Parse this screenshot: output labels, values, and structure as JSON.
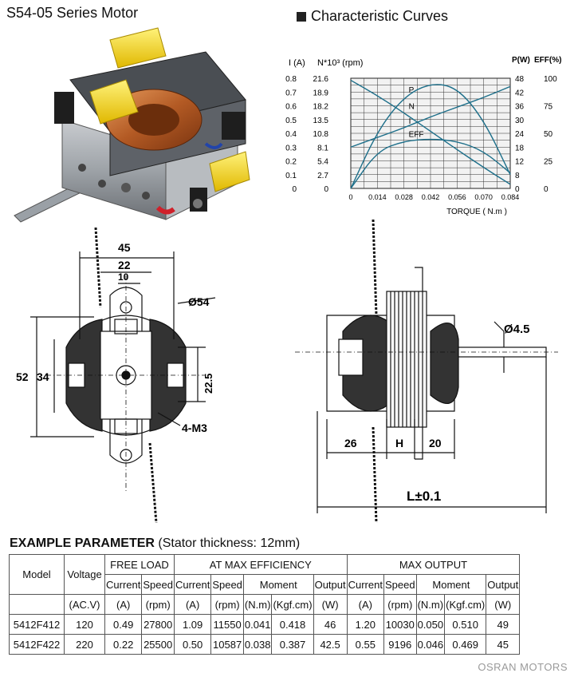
{
  "title": "S54-05 Series Motor",
  "curves_title": "Characteristic Curves",
  "chart_data": {
    "type": "line",
    "xlabel": "TORQUE ( N.m )",
    "x_ticks": [
      "0",
      "0.014",
      "0.028",
      "0.042",
      "0.056",
      "0.070",
      "0.084"
    ],
    "xlim": [
      0,
      0.084
    ],
    "axis_I": {
      "label": "I (A)",
      "ticks": [
        "0.8",
        "0.7",
        "0.6",
        "0.5",
        "0.4",
        "0.3",
        "0.2",
        "0.1",
        "0"
      ],
      "ylim": [
        0,
        0.8
      ]
    },
    "axis_N": {
      "label": "N*10³ (rpm)",
      "ticks": [
        "21.6",
        "18.9",
        "18.2",
        "13.5",
        "10.8",
        "8.1",
        "5.4",
        "2.7",
        "0"
      ],
      "ylim": [
        0,
        21.6
      ]
    },
    "axis_P": {
      "label": "P(W)",
      "ticks": [
        "48",
        "42",
        "36",
        "30",
        "24",
        "18",
        "12",
        "8",
        "0"
      ],
      "ylim": [
        0,
        48
      ]
    },
    "axis_EFF": {
      "label": "EFF(%)",
      "ticks": [
        "100",
        "75",
        "50",
        "25",
        "0"
      ],
      "ylim": [
        0,
        100
      ]
    },
    "series": [
      {
        "name": "N",
        "axis": "axis_N",
        "x": [
          0,
          0.014,
          0.028,
          0.042,
          0.056,
          0.07,
          0.084
        ],
        "y": [
          21.2,
          18.2,
          14.8,
          11.2,
          7.6,
          4.1,
          0.8
        ]
      },
      {
        "name": "I",
        "axis": "axis_I",
        "x": [
          0,
          0.014,
          0.028,
          0.042,
          0.056,
          0.07,
          0.084
        ],
        "y": [
          0.3,
          0.37,
          0.44,
          0.52,
          0.59,
          0.66,
          0.74
        ]
      },
      {
        "name": "P",
        "axis": "axis_P",
        "x": [
          0,
          0.014,
          0.028,
          0.042,
          0.056,
          0.07,
          0.084
        ],
        "y": [
          0,
          25,
          40,
          46,
          44,
          30,
          6
        ]
      },
      {
        "name": "EFF",
        "axis": "axis_EFF",
        "x": [
          0,
          0.014,
          0.028,
          0.042,
          0.056,
          0.07,
          0.084
        ],
        "y": [
          0,
          34,
          43,
          45,
          43,
          34,
          14
        ]
      }
    ]
  },
  "front_dims": {
    "d45": "45",
    "d22": "22",
    "d10": "10",
    "d54": "Ø54",
    "d52": "52",
    "d34": "34",
    "d225": "22.5",
    "m3": "4-M3"
  },
  "side_dims": {
    "shaft": "Ø4.5",
    "d26": "26",
    "h": "H",
    "d20": "20",
    "l": "L±0.1"
  },
  "params": {
    "title": "EXAMPLE PARAMETER",
    "subtitle": "(Stator thickness: 12mm)",
    "h_model": "Model",
    "h_voltage": "Voltage",
    "h_free": "FREE LOAD",
    "h_eff": "AT MAX EFFICIENCY",
    "h_max": "MAX OUTPUT",
    "current": "Current",
    "speed": "Speed",
    "moment": "Moment",
    "output": "Output",
    "u_acv": "(AC.V)",
    "u_a": "(A)",
    "u_rpm": "(rpm)",
    "u_nm": "(N.m)",
    "u_kgf": "(Kgf.cm)",
    "u_w": "(W)",
    "rows": [
      [
        "5412F412",
        "120",
        "0.49",
        "27800",
        "1.09",
        "11550",
        "0.041",
        "0.418",
        "46",
        "1.20",
        "10030",
        "0.050",
        "0.510",
        "49"
      ],
      [
        "5412F422",
        "220",
        "0.22",
        "25500",
        "0.50",
        "10587",
        "0.038",
        "0.387",
        "42.5",
        "0.55",
        "9196",
        "0.046",
        "0.469",
        "45"
      ]
    ]
  },
  "footer": "OSRAN MOTORS",
  "colors": {
    "curve": "#1d6f8a",
    "grid_bg": "#f2f2f2"
  }
}
